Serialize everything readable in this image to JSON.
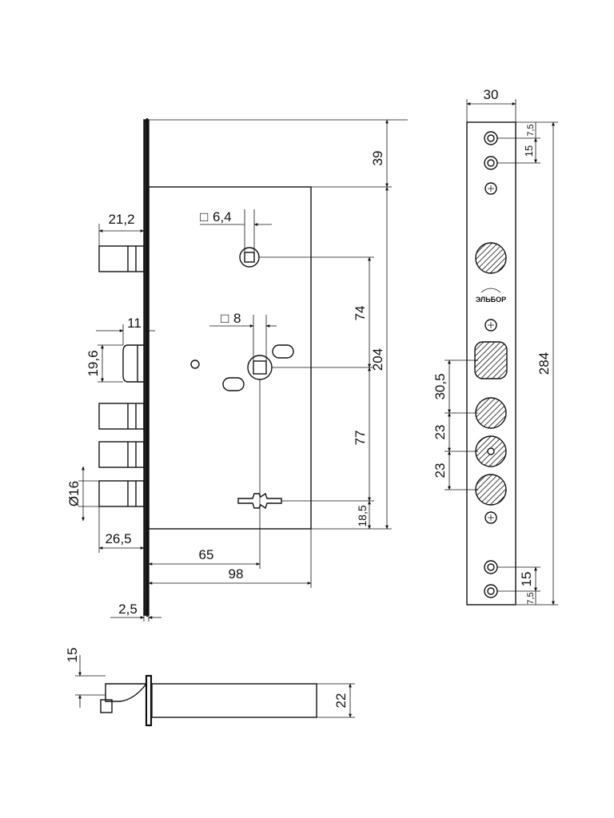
{
  "dimensions": {
    "front_lock": {
      "bolt_length": "21,2",
      "latch_depth": "11",
      "latch_height": "19,6",
      "bolt_diameter": "Ø16",
      "bolt_projection": "26,5",
      "faceplate_thickness": "2,5",
      "spindle_square_top": "6,4",
      "spindle_square_main": "8",
      "top_offset": "39",
      "spindle_to_spindle": "74",
      "main_to_keyhole": "77",
      "keyhole_to_bottom": "18,5",
      "case_height": "204",
      "backset": "65",
      "case_depth": "98",
      "square_symbol": "□"
    },
    "faceplate": {
      "width": "30",
      "hole_spacing_top": "15",
      "hole_offset_top": "7,5",
      "latch_to_bolt": "30,5",
      "bolt_spacing_1": "23",
      "bolt_spacing_2": "23",
      "total_length": "284",
      "hole_spacing_bottom": "15",
      "hole_offset_bottom": "7,5",
      "brand_logo": "ЭЛЬБОР"
    },
    "side_view": {
      "latch_offset": "15",
      "case_thickness": "22"
    }
  }
}
